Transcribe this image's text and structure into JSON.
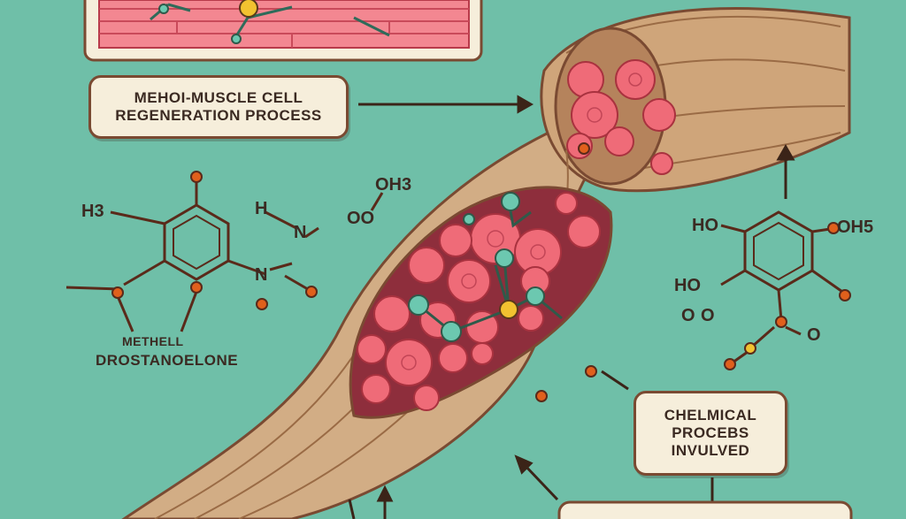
{
  "labels": {
    "regen_line1": "MEHOI-MUSCLE CELL",
    "regen_line2": "REGENERATION PROCESS",
    "chem_line1": "CHELMICAL",
    "chem_line2": "PROCEBS",
    "chem_line3": "INVULVED",
    "drug_line1": "METHELL",
    "drug_line2": "DROSTANOELONE"
  },
  "left_molecule": {
    "h3": "H3",
    "h": "H",
    "n_top": "N",
    "n_bottom": "N",
    "oo": "OO",
    "oh3": "OH3"
  },
  "right_molecule": {
    "ho_left": "HO",
    "oh5": "OH5",
    "ho_lower": "HO",
    "o_lower": "O",
    "o_small": "O",
    "o_right": "O"
  },
  "colors": {
    "background": "#6fbfa8",
    "muscle_cell": "#ef6b78",
    "tendon": "#c9a07a",
    "outline": "#7a4a32",
    "label_box": "#f6eedb",
    "atom_orange": "#e0601c"
  }
}
